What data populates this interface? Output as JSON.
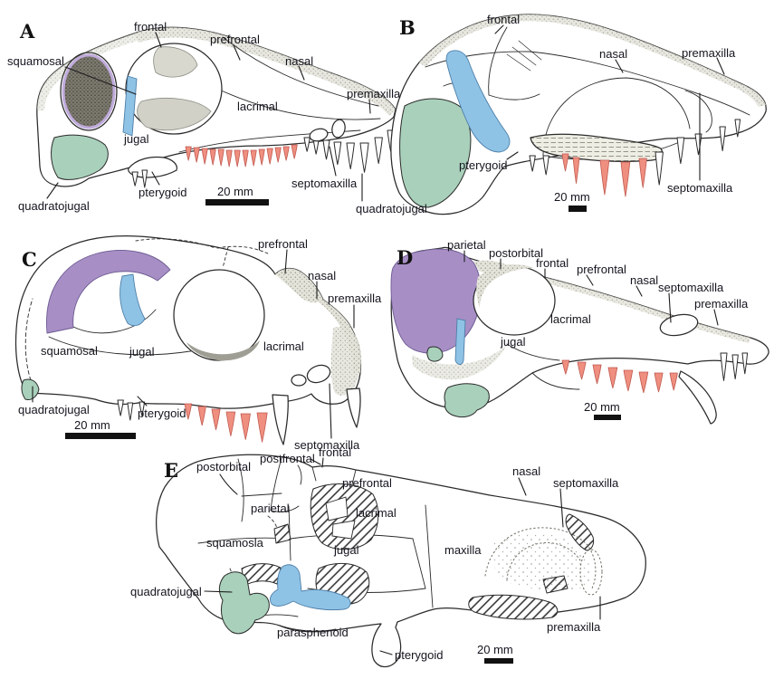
{
  "figure": {
    "kind": "skull lateral-view anatomical plate",
    "panel_count": 5
  },
  "colors": {
    "background": "#ffffff",
    "line": "#2b2b2b",
    "text": "#14141e",
    "purple": "#a78fc6",
    "lavender_ring": "#c0abdc",
    "blue": "#8fc3e6",
    "green": "#a9d0bb",
    "tooth_red": "#ef8f80",
    "tooth_red_outline": "#c05a50",
    "scale_bar": "#111111"
  },
  "panels": [
    {
      "letter": "A",
      "scale_label": "20 mm",
      "labels": [
        {
          "text": "frontal"
        },
        {
          "text": "prefrontal"
        },
        {
          "text": "nasal"
        },
        {
          "text": "premaxilla"
        },
        {
          "text": "lacrimal"
        },
        {
          "text": "squamosal"
        },
        {
          "text": "jugal"
        },
        {
          "text": "pterygoid"
        },
        {
          "text": "septomaxilla"
        },
        {
          "text": "quadratojugal"
        }
      ]
    },
    {
      "letter": "B",
      "scale_label": "20 mm",
      "labels": [
        {
          "text": "frontal"
        },
        {
          "text": "nasal"
        },
        {
          "text": "premaxilla"
        },
        {
          "text": "pterygoid"
        },
        {
          "text": "septomaxilla"
        },
        {
          "text": "quadratojugal"
        }
      ]
    },
    {
      "letter": "C",
      "scale_label": "20 mm",
      "labels": [
        {
          "text": "prefrontal"
        },
        {
          "text": "nasal"
        },
        {
          "text": "premaxilla"
        },
        {
          "text": "lacrimal"
        },
        {
          "text": "squamosal"
        },
        {
          "text": "jugal"
        },
        {
          "text": "quadratojugal"
        },
        {
          "text": "pterygoid"
        },
        {
          "text": "septomaxilla"
        }
      ]
    },
    {
      "letter": "D",
      "scale_label": "20 mm",
      "labels": [
        {
          "text": "parietal"
        },
        {
          "text": "postorbital"
        },
        {
          "text": "frontal"
        },
        {
          "text": "prefrontal"
        },
        {
          "text": "nasal"
        },
        {
          "text": "septomaxilla"
        },
        {
          "text": "premaxilla"
        },
        {
          "text": "lacrimal"
        },
        {
          "text": "jugal"
        }
      ]
    },
    {
      "letter": "E",
      "scale_label": "20 mm",
      "labels": [
        {
          "text": "postorbital"
        },
        {
          "text": "postfrontal"
        },
        {
          "text": "frontal"
        },
        {
          "text": "prefrontal"
        },
        {
          "text": "lacrimal"
        },
        {
          "text": "nasal"
        },
        {
          "text": "septomaxilla"
        },
        {
          "text": "parietal"
        },
        {
          "text": "squamosla"
        },
        {
          "text": "jugal"
        },
        {
          "text": "maxilla"
        },
        {
          "text": "quadratojugal"
        },
        {
          "text": "parasphenoid"
        },
        {
          "text": "pterygoid"
        },
        {
          "text": "premaxilla"
        }
      ]
    }
  ]
}
